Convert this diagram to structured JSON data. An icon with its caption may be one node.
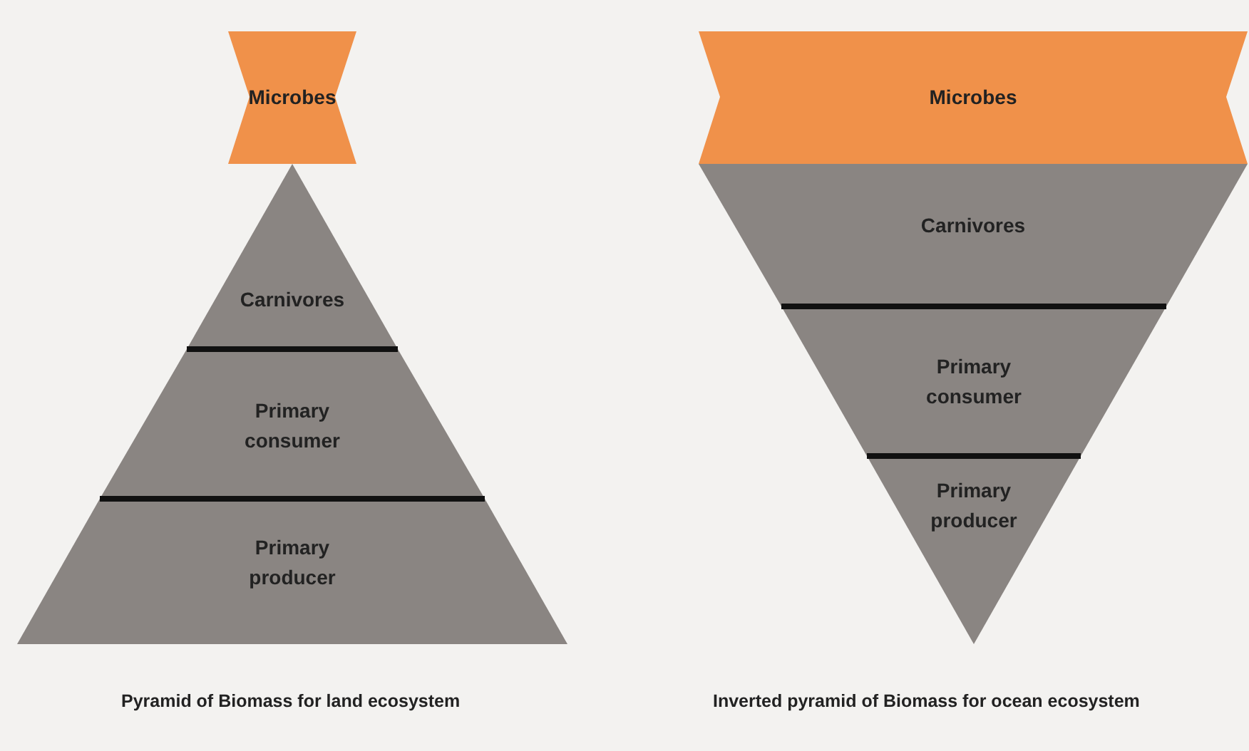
{
  "diagram": {
    "nodes": [
      {
        "text": [
          "Microbes"
        ]
      },
      {
        "text": [
          "Carnivores"
        ]
      },
      {
        "text": [
          "Primary consumer"
        ]
      },
      {
        "text": [
          "Primary producer"
        ]
      },
      {
        "text": [
          "Microbes"
        ]
      },
      {
        "text": [
          "Carnivores"
        ]
      },
      {
        "text": [
          "Primary consumer"
        ]
      },
      {
        "text": [
          "Primary producer"
        ]
      }
    ],
    "edges": [],
    "labels": [
      "Pyramid of Biomass for land ecosystem",
      "Inverted pyramid of Biomass for ocean ecosystem"
    ]
  }
}
